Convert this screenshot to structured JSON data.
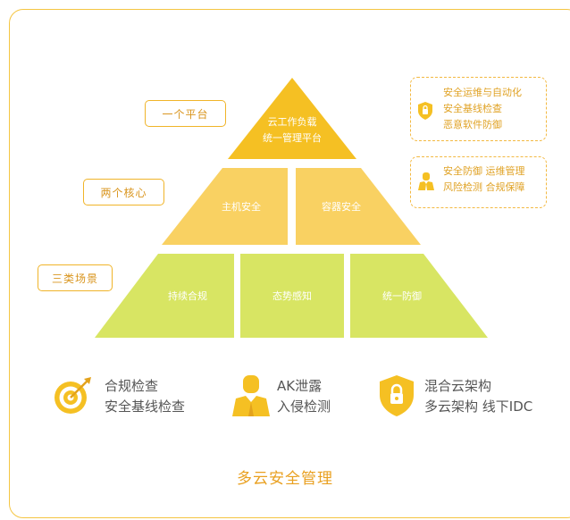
{
  "levels": {
    "platform": "一个平台",
    "cores": "两个核心",
    "scenes": "三类场景"
  },
  "pyramid": {
    "top_line1": "云工作负载",
    "top_line2": "统一管理平台",
    "host_security": "主机安全",
    "container_security": "容器安全",
    "continuous_compliance": "持续合规",
    "situation_awareness": "态势感知",
    "unified_defense": "统一防御"
  },
  "features_box1": {
    "line1": "安全运维与自动化",
    "line2": "安全基线检查",
    "line3": "恶意软件防御"
  },
  "features_box2": {
    "line1": "安全防御 运维管理",
    "line2": "风险检测 合规保障"
  },
  "bottom_features": [
    {
      "icon": "target-icon",
      "line1": "合规检查",
      "line2": "安全基线检查"
    },
    {
      "icon": "person-icon",
      "line1": "AK泄露",
      "line2": "入侵检测"
    },
    {
      "icon": "shield-lock-icon",
      "line1": "混合云架构",
      "line2": "多云架构 线下IDC"
    }
  ],
  "footer": "多云安全管理",
  "colors": {
    "gold": "#f5c023",
    "lightgold": "#f9d162",
    "lime": "#d8e563",
    "label_border": "#f0b429",
    "label_text": "#d9951e"
  }
}
